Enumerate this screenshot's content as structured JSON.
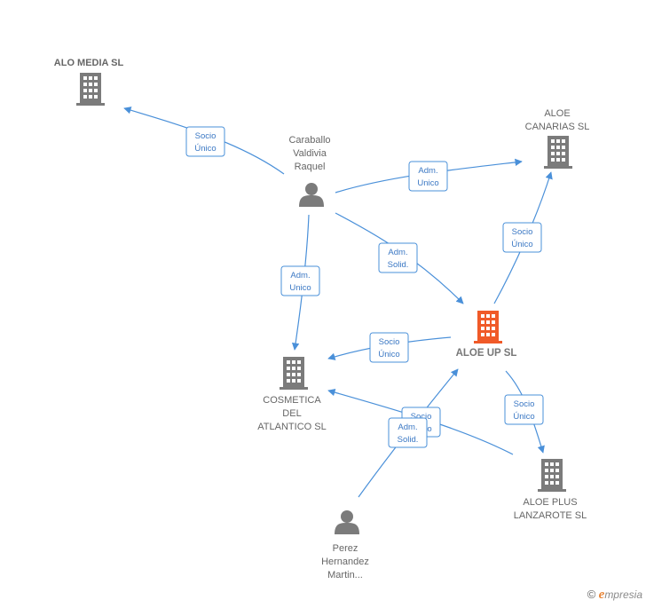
{
  "colors": {
    "edge": "#4a90d9",
    "building": "#7b7b7b",
    "building_main": "#f05a28",
    "person": "#7b7b7b"
  },
  "nodes": {
    "alo_media": {
      "lines": [
        "ALO MEDIA SL"
      ],
      "icon": "building-icon"
    },
    "caraballo": {
      "lines": [
        "Caraballo",
        "Valdivia",
        "Raquel"
      ],
      "icon": "person-icon"
    },
    "aloe_canarias": {
      "lines": [
        "ALOE",
        "CANARIAS  SL"
      ],
      "icon": "building-icon"
    },
    "aloe_up": {
      "lines": [
        "ALOE UP  SL"
      ],
      "icon": "building-icon"
    },
    "cosmetica": {
      "lines": [
        "COSMETICA",
        "DEL",
        "ATLANTICO SL"
      ],
      "icon": "building-icon"
    },
    "aloe_plus": {
      "lines": [
        "ALOE PLUS",
        "LANZAROTE SL"
      ],
      "icon": "building-icon"
    },
    "perez": {
      "lines": [
        "Perez",
        "Hernandez",
        "Martin..."
      ],
      "icon": "person-icon"
    }
  },
  "edge_labels": {
    "caraballo_alomedia": [
      "Socio",
      "Único"
    ],
    "caraballo_canarias": [
      "Adm.",
      "Unico"
    ],
    "caraballo_aloeup": [
      "Adm.",
      "Solid."
    ],
    "caraballo_cosmetica": [
      "Adm.",
      "Unico"
    ],
    "aloeup_canarias": [
      "Socio",
      "Único"
    ],
    "aloeup_cosmetica": [
      "Socio",
      "Único"
    ],
    "aloeup_plus": [
      "Socio",
      "Único"
    ],
    "plus_cosmetica": [
      "Socio",
      "Único"
    ],
    "perez_aloeup": [
      "Adm.",
      "Solid."
    ]
  },
  "brand": {
    "copyright": "©",
    "initial": "e",
    "rest": "mpresia"
  }
}
